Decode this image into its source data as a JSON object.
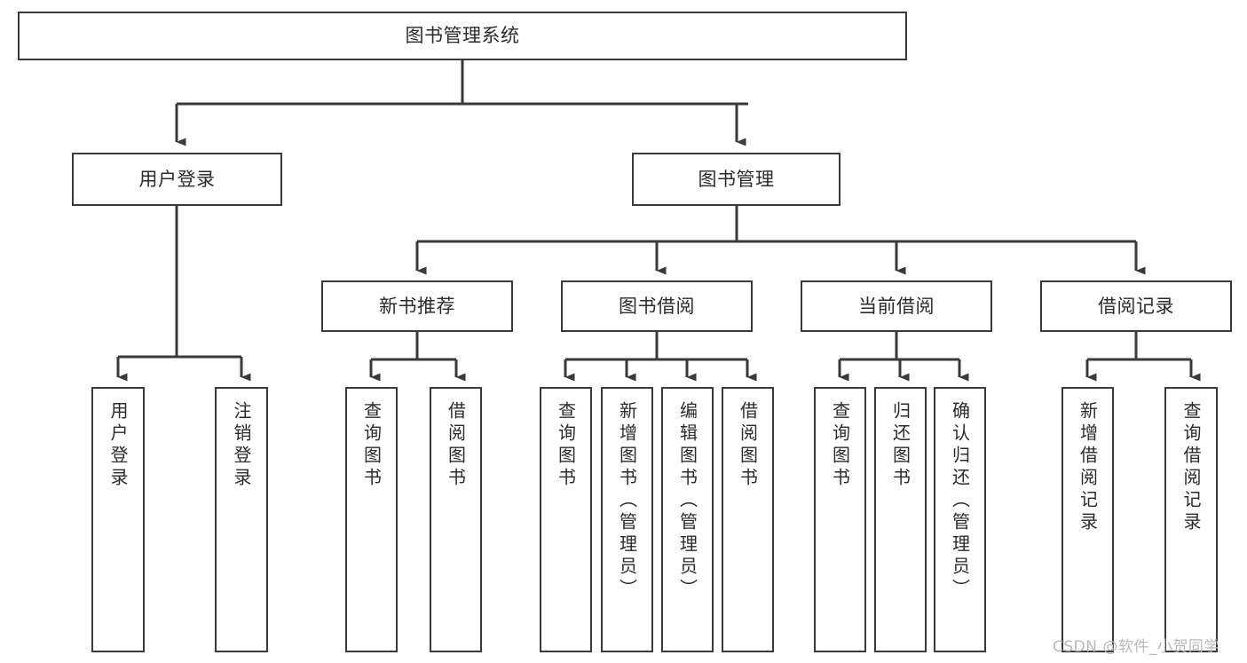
{
  "diagram": {
    "type": "tree-hierarchy",
    "title": "图书管理系统",
    "orientation": "top-down",
    "colors": {
      "box_border": "#3a3a3a",
      "box_fill": "#ffffff",
      "connector": "#3a3a3a",
      "text": "#2b2b2b",
      "watermark": "#b9b9b9",
      "background": "#ffffff"
    },
    "levels": {
      "root": {
        "label": "图书管理系统"
      },
      "level1": [
        {
          "id": "user-login",
          "label": "用户登录"
        },
        {
          "id": "book-management",
          "label": "图书管理"
        }
      ],
      "level2": [
        {
          "id": "new-book-recommend",
          "label": "新书推荐",
          "parent": "book-management"
        },
        {
          "id": "book-borrow",
          "label": "图书借阅",
          "parent": "book-management"
        },
        {
          "id": "current-borrow",
          "label": "当前借阅",
          "parent": "book-management"
        },
        {
          "id": "borrow-record",
          "label": "借阅记录",
          "parent": "book-management"
        }
      ],
      "leaves": [
        {
          "id": "leaf-user-login",
          "label": "用户登录",
          "parent": "user-login"
        },
        {
          "id": "leaf-logout",
          "label": "注销登录",
          "parent": "user-login"
        },
        {
          "id": "leaf-query-book-1",
          "label": "查询图书",
          "parent": "new-book-recommend"
        },
        {
          "id": "leaf-borrow-book-1",
          "label": "借阅图书",
          "parent": "new-book-recommend"
        },
        {
          "id": "leaf-query-book-2",
          "label": "查询图书",
          "parent": "book-borrow"
        },
        {
          "id": "leaf-add-book",
          "label": "新增图书（管理员）",
          "parent": "book-borrow"
        },
        {
          "id": "leaf-edit-book",
          "label": "编辑图书（管理员）",
          "parent": "book-borrow"
        },
        {
          "id": "leaf-borrow-book-2",
          "label": "借阅图书",
          "parent": "book-borrow"
        },
        {
          "id": "leaf-query-book-3",
          "label": "查询图书",
          "parent": "current-borrow"
        },
        {
          "id": "leaf-return-book",
          "label": "归还图书",
          "parent": "current-borrow"
        },
        {
          "id": "leaf-confirm-return",
          "label": "确认归还（管理员）",
          "parent": "current-borrow"
        },
        {
          "id": "leaf-add-record",
          "label": "新增借阅记录",
          "parent": "borrow-record"
        },
        {
          "id": "leaf-query-record",
          "label": "查询借阅记录",
          "parent": "borrow-record"
        }
      ]
    },
    "watermark": "CSDN @软件_小贺同学"
  }
}
